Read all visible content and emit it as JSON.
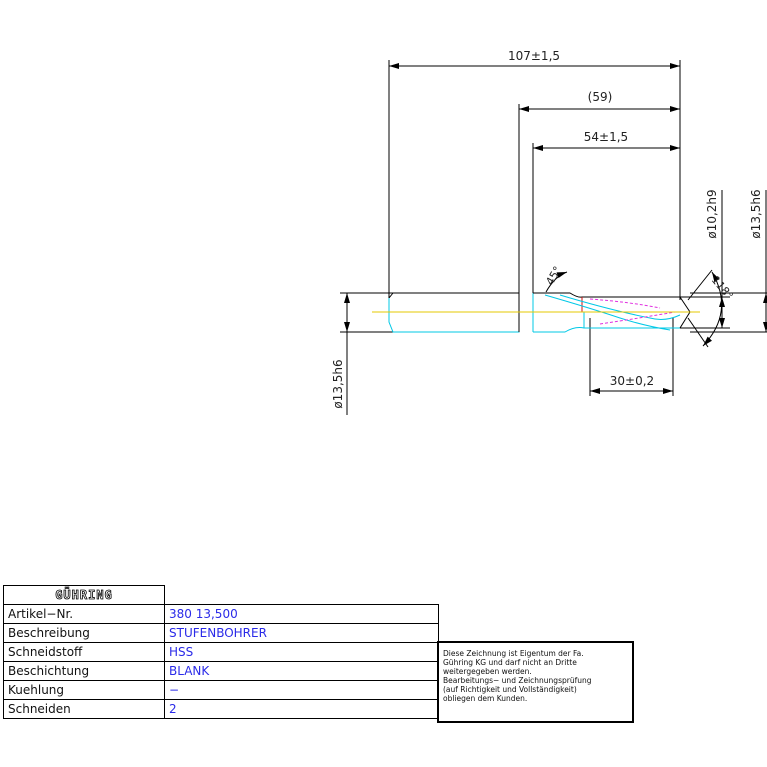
{
  "dimensions": {
    "overall_length": "107±1,5",
    "shank_ref_length": "(59)",
    "flute_length": "54±1,5",
    "step_length": "30±0,2",
    "step_diameter": "ø10,2h9",
    "body_diameter_right": "ø13,5h6",
    "shank_diameter_left": "ø13,5h6",
    "step_angle": "45°",
    "point_angle": "118°"
  },
  "title_block": {
    "logo": "GÜHRING",
    "rows": [
      {
        "label": "Artikel−Nr.",
        "value": "380 13,500"
      },
      {
        "label": "Beschreibung",
        "value": "STUFENBOHRER"
      },
      {
        "label": "Schneidstoff",
        "value": "HSS"
      },
      {
        "label": "Beschichtung",
        "value": "BLANK"
      },
      {
        "label": "Kuehlung",
        "value": "−"
      },
      {
        "label": "Schneiden",
        "value": "2"
      }
    ]
  },
  "notice": {
    "lines": [
      "Diese Zeichnung ist Eigentum der Fa.",
      "Gühring KG und darf nicht an Dritte",
      "weitergegeben werden.",
      "Bearbeitungs− und Zeichnungsprüfung",
      "(auf Richtigkeit und Vollständigkeit)",
      "obliegen dem Kunden."
    ]
  },
  "colors": {
    "line": "#000000",
    "tool_outline": "#00c8e6",
    "center_line": "#e6c800",
    "red_accent": "#d01010",
    "magenta": "#e030e0",
    "value_text": "#2a2ae8"
  }
}
